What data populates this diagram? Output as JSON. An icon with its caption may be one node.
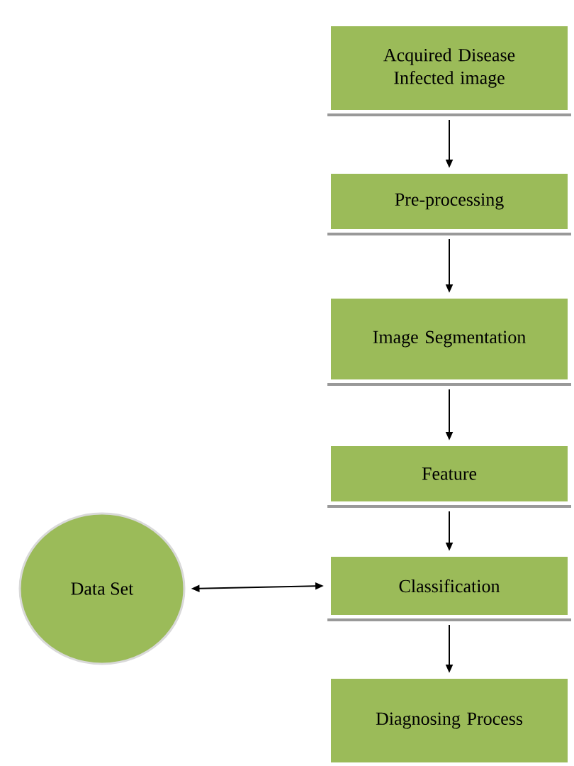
{
  "diagram": {
    "nodes": [
      {
        "text": [
          "Acquired Disease Infected image"
        ]
      },
      {
        "text": [
          "Pre-processing"
        ]
      },
      {
        "text": [
          "Image Segmentation"
        ]
      },
      {
        "text": [
          "Feature"
        ]
      },
      {
        "text": [
          "Classification"
        ]
      },
      {
        "text": [
          "Diagnosing Process"
        ]
      },
      {
        "text": [
          "Data Set"
        ]
      }
    ],
    "edges": [
      {
        "from": 0,
        "to": 1,
        "arrow": "to"
      },
      {
        "from": 1,
        "to": 2,
        "arrow": "to"
      },
      {
        "from": 2,
        "to": 3,
        "arrow": "to"
      },
      {
        "from": 3,
        "to": 4,
        "arrow": "to"
      },
      {
        "from": 4,
        "to": 5,
        "arrow": "to"
      },
      {
        "from": 6,
        "to": 4,
        "arrow": "both"
      }
    ]
  }
}
